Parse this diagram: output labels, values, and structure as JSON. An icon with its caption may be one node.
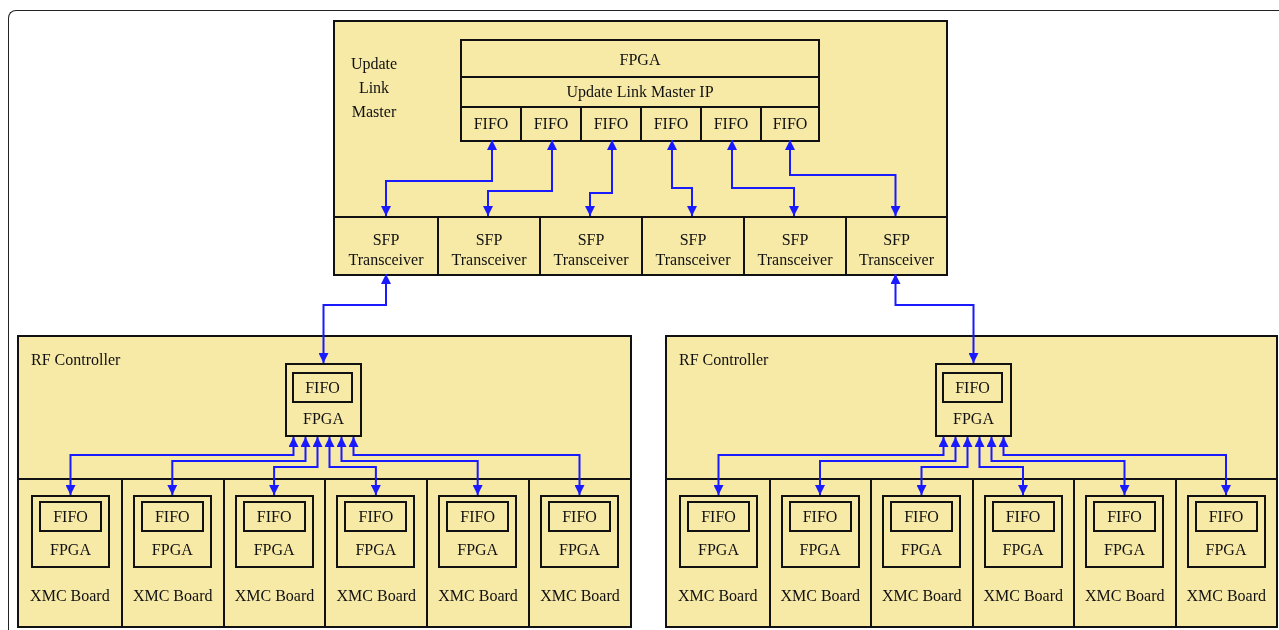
{
  "diagram": {
    "nodes": [
      {
        "text": [
          "Update Link Master"
        ]
      },
      {
        "text": [
          "FPGA"
        ],
        "in": 0
      },
      {
        "text": [
          "Update Link Master IP"
        ],
        "in": 1
      },
      {
        "text": [
          "FIFO"
        ],
        "in": 1
      },
      {
        "text": [
          "FIFO"
        ],
        "in": 1
      },
      {
        "text": [
          "FIFO"
        ],
        "in": 1
      },
      {
        "text": [
          "FIFO"
        ],
        "in": 1
      },
      {
        "text": [
          "FIFO"
        ],
        "in": 1
      },
      {
        "text": [
          "FIFO"
        ],
        "in": 1
      },
      {
        "text": [
          "SFP Transceiver"
        ],
        "in": 0
      },
      {
        "text": [
          "SFP Transceiver"
        ],
        "in": 0
      },
      {
        "text": [
          "SFP Transceiver"
        ],
        "in": 0
      },
      {
        "text": [
          "SFP Transceiver"
        ],
        "in": 0
      },
      {
        "text": [
          "SFP Transceiver"
        ],
        "in": 0
      },
      {
        "text": [
          "SFP Transceiver"
        ],
        "in": 0
      },
      {
        "text": [
          "RF Controller"
        ]
      },
      {
        "text": [
          "FPGA"
        ],
        "in": 15
      },
      {
        "text": [
          "FIFO"
        ],
        "in": 16
      },
      {
        "text": [
          "XMC Board"
        ],
        "in": 15
      },
      {
        "text": [
          "FPGA"
        ],
        "in": 18
      },
      {
        "text": [
          "FIFO"
        ],
        "in": 19
      },
      {
        "text": [
          "XMC Board"
        ],
        "in": 15
      },
      {
        "text": [
          "FPGA"
        ],
        "in": 21
      },
      {
        "text": [
          "FIFO"
        ],
        "in": 22
      },
      {
        "text": [
          "XMC Board"
        ],
        "in": 15
      },
      {
        "text": [
          "FPGA"
        ],
        "in": 24
      },
      {
        "text": [
          "FIFO"
        ],
        "in": 25
      },
      {
        "text": [
          "XMC Board"
        ],
        "in": 15
      },
      {
        "text": [
          "FPGA"
        ],
        "in": 27
      },
      {
        "text": [
          "FIFO"
        ],
        "in": 28
      },
      {
        "text": [
          "XMC Board"
        ],
        "in": 15
      },
      {
        "text": [
          "FPGA"
        ],
        "in": 30
      },
      {
        "text": [
          "FIFO"
        ],
        "in": 31
      },
      {
        "text": [
          "XMC Board"
        ],
        "in": 15
      },
      {
        "text": [
          "FPGA"
        ],
        "in": 33
      },
      {
        "text": [
          "FIFO"
        ],
        "in": 34
      },
      {
        "text": [
          "RF Controller"
        ]
      },
      {
        "text": [
          "FPGA"
        ],
        "in": 36
      },
      {
        "text": [
          "FIFO"
        ],
        "in": 37
      },
      {
        "text": [
          "XMC Board"
        ],
        "in": 36
      },
      {
        "text": [
          "FPGA"
        ],
        "in": 39
      },
      {
        "text": [
          "FIFO"
        ],
        "in": 40
      },
      {
        "text": [
          "XMC Board"
        ],
        "in": 36
      },
      {
        "text": [
          "FPGA"
        ],
        "in": 42
      },
      {
        "text": [
          "FIFO"
        ],
        "in": 43
      },
      {
        "text": [
          "XMC Board"
        ],
        "in": 36
      },
      {
        "text": [
          "FPGA"
        ],
        "in": 45
      },
      {
        "text": [
          "FIFO"
        ],
        "in": 46
      },
      {
        "text": [
          "XMC Board"
        ],
        "in": 36
      },
      {
        "text": [
          "FPGA"
        ],
        "in": 48
      },
      {
        "text": [
          "FIFO"
        ],
        "in": 49
      },
      {
        "text": [
          "XMC Board"
        ],
        "in": 36
      },
      {
        "text": [
          "FPGA"
        ],
        "in": 51
      },
      {
        "text": [
          "FIFO"
        ],
        "in": 52
      },
      {
        "text": [
          "XMC Board"
        ],
        "in": 36
      },
      {
        "text": [
          "FPGA"
        ],
        "in": 54
      },
      {
        "text": [
          "FIFO"
        ],
        "in": 55
      }
    ],
    "edges": [
      {
        "from": 3,
        "to": 9,
        "arrow": "both"
      },
      {
        "from": 4,
        "to": 10,
        "arrow": "both"
      },
      {
        "from": 5,
        "to": 11,
        "arrow": "both"
      },
      {
        "from": 6,
        "to": 12,
        "arrow": "both"
      },
      {
        "from": 7,
        "to": 13,
        "arrow": "both"
      },
      {
        "from": 8,
        "to": 14,
        "arrow": "both"
      },
      {
        "from": 9,
        "to": 16,
        "arrow": "both"
      },
      {
        "from": 14,
        "to": 37,
        "arrow": "both"
      },
      {
        "from": 16,
        "to": 19,
        "arrow": "both"
      },
      {
        "from": 16,
        "to": 22,
        "arrow": "both"
      },
      {
        "from": 16,
        "to": 25,
        "arrow": "both"
      },
      {
        "from": 16,
        "to": 28,
        "arrow": "both"
      },
      {
        "from": 16,
        "to": 31,
        "arrow": "both"
      },
      {
        "from": 16,
        "to": 34,
        "arrow": "both"
      },
      {
        "from": 37,
        "to": 40,
        "arrow": "both"
      },
      {
        "from": 37,
        "to": 43,
        "arrow": "both"
      },
      {
        "from": 37,
        "to": 46,
        "arrow": "both"
      },
      {
        "from": 37,
        "to": 49,
        "arrow": "both"
      },
      {
        "from": 37,
        "to": 52,
        "arrow": "both"
      },
      {
        "from": 37,
        "to": 55,
        "arrow": "both"
      }
    ]
  }
}
